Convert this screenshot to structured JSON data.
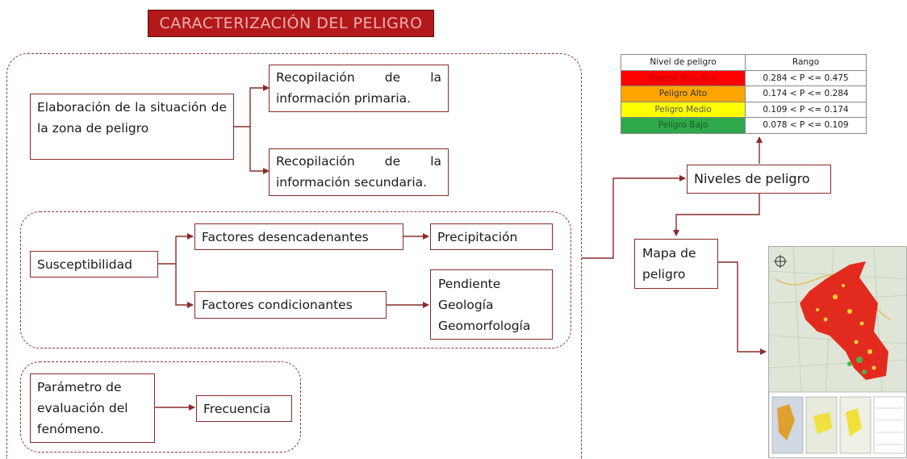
{
  "title": "CARACTERIZACIÓN DEL PELIGRO",
  "boxes": {
    "elaboracion": "Elaboración de la situación de la zona de peligro",
    "recop_primaria": "Recopilación de la información primaria.",
    "recop_secundaria": "Recopilación de la información secundaria.",
    "susceptibilidad": "Susceptibilidad",
    "factores_desencadenantes": "Factores desencadenantes",
    "precipitacion": "Precipitación",
    "factores_condicionantes": "Factores condicionantes",
    "pendiente": "Pendiente",
    "geologia": "Geología",
    "geomorfologia": "Geomorfología",
    "parametro": "Parámetro de evaluación del fenómeno.",
    "frecuencia": "Frecuencia",
    "niveles": "Niveles de peligro",
    "mapa": "Mapa de peligro"
  },
  "legend": {
    "header": {
      "nivel": "Nivel de peligro",
      "rango": "Rango"
    },
    "rows": [
      {
        "nivel": "Peligro Muy Alto",
        "rango": "0.284 < P <= 0.475",
        "color": "#ff0000"
      },
      {
        "nivel": "Peligro Alto",
        "rango": "0.174 < P <= 0.284",
        "color": "#ffa500"
      },
      {
        "nivel": "Peligro Medio",
        "rango": "0.109 < P <= 0.174",
        "color": "#ffff00"
      },
      {
        "nivel": "Peligro Bajo",
        "rango": "0.078 < P <= 0.109",
        "color": "#2ea84a"
      }
    ]
  },
  "colors": {
    "title_bg": "#b3181b",
    "arrow": "#8a2b2b"
  }
}
